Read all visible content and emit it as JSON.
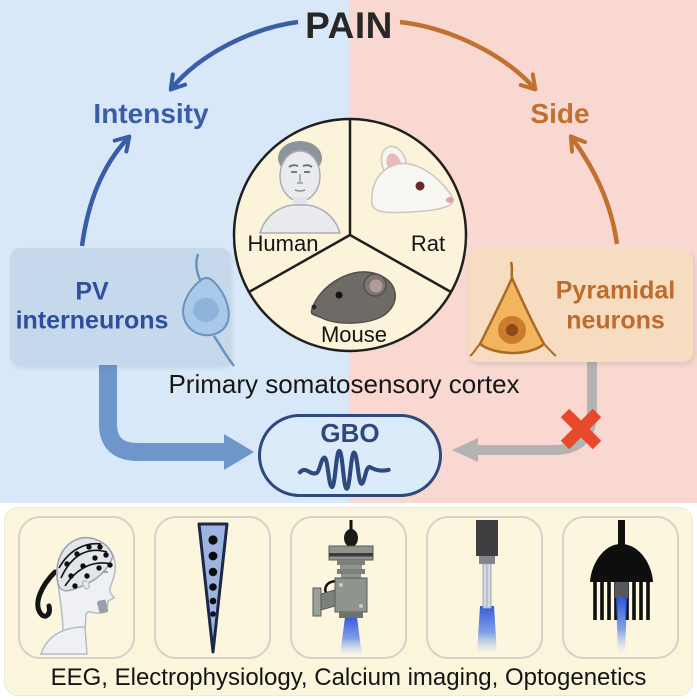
{
  "figure": {
    "title": "PAIN",
    "left_branch": {
      "outcome_label": "Intensity",
      "box_label": "PV interneurons"
    },
    "right_branch": {
      "outcome_label": "Side",
      "box_label": "Pyramidal neurons"
    },
    "species_wheel": {
      "human": "Human",
      "rat": "Rat",
      "mouse": "Mouse"
    },
    "region_label": "Primary somatosensory cortex",
    "gbo_label": "GBO",
    "methods": {
      "caption": "EEG, Electrophysiology, Calcium imaging, Optogenetics",
      "icons": [
        "eeg-cap",
        "silicon-probe",
        "miniscope",
        "optical-fiber",
        "fiber-bundle"
      ]
    }
  },
  "colors": {
    "left_background": "#d9e8f8",
    "right_background": "#f8d8d0",
    "blue_accent": "#3a5da8",
    "orange_accent": "#c2702f",
    "pv_box_fill": "#c6d8ec",
    "pyramidal_box_fill": "#f6dcc0",
    "gbo_outline": "#2e4a7d",
    "gbo_fill": "#dcebfa",
    "thick_blue_arrow": "#6e96ca",
    "gray_arrow": "#b3b3b3",
    "blocked_cross": "#e8492b",
    "methods_panel_fill": "#fbf5dc",
    "wheel_fill": "#fbf4da"
  }
}
